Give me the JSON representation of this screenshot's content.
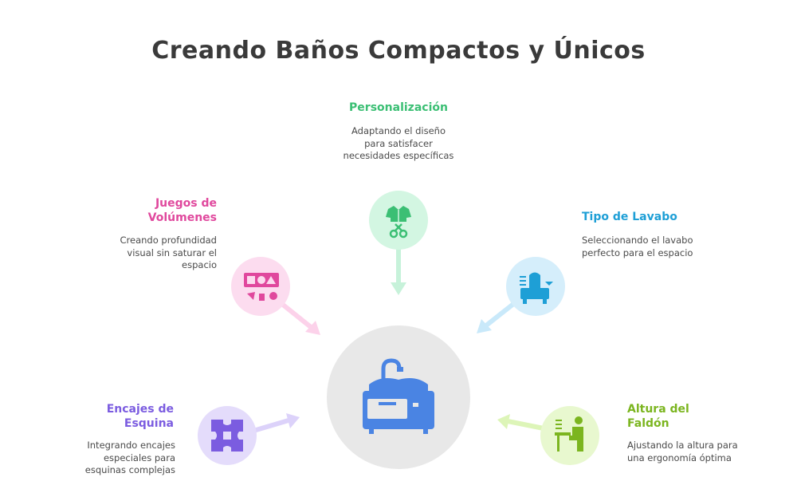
{
  "title": "Creando Baños Compactos y Únicos",
  "center": {
    "icon": "bathroom-vanity-icon"
  },
  "items": [
    {
      "key": "personalizacion",
      "title": "Personalización",
      "description": "Adaptando el diseño para satisfacer necesidades específicas",
      "color": "#3bbf74",
      "bg": "#d3f6e2",
      "icon": "tailoring-shirt-scissors-icon"
    },
    {
      "key": "juegos",
      "title": "Juegos de Volúmenes",
      "description": "Creando profundidad visual sin saturar el espacio",
      "color": "#e0489d",
      "bg": "#fcdcef",
      "icon": "shapes-icon"
    },
    {
      "key": "lavabo",
      "title": "Tipo de Lavabo",
      "description": "Seleccionando el lavabo perfecto para el espacio",
      "color": "#1e9fd6",
      "bg": "#d5eefb",
      "icon": "sink-icon"
    },
    {
      "key": "esquina",
      "title": "Encajes de Esquina",
      "description": "Integrando encajes especiales para esquinas complejas",
      "color": "#7b5ce0",
      "bg": "#e4dcfb",
      "icon": "corner-puzzle-icon"
    },
    {
      "key": "faldon",
      "title": "Altura del Faldón",
      "description": "Ajustando la altura para una ergonomía óptima",
      "color": "#7bb51f",
      "bg": "#e8f8cf",
      "icon": "person-at-desk-icon"
    }
  ]
}
